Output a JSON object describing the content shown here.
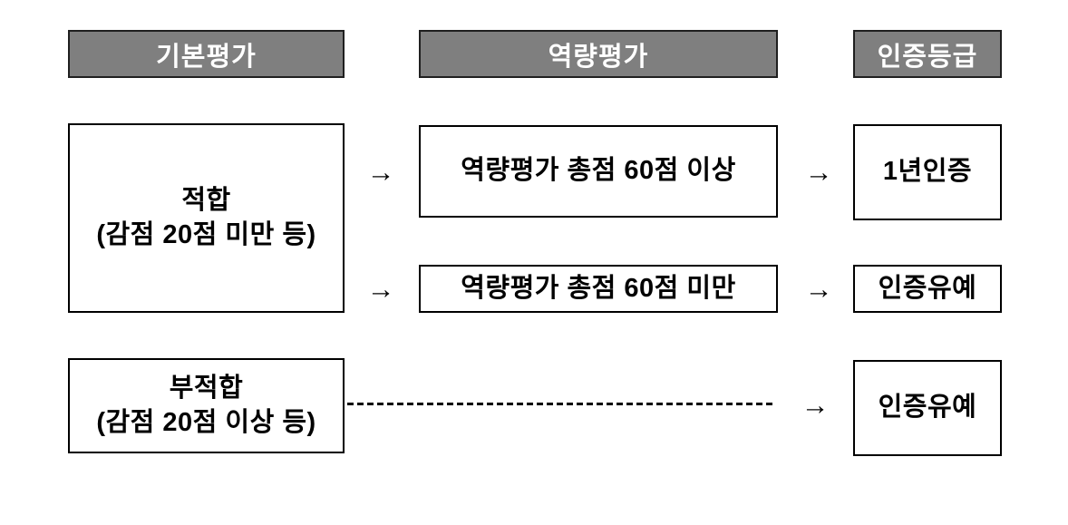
{
  "diagram": {
    "title": "certification-evaluation-flow",
    "colors": {
      "header_bg": "#7f7f7f",
      "header_border": "#1f1f1f",
      "header_text": "#ffffff",
      "box_bg": "#ffffff",
      "box_border": "#000000",
      "box_text": "#000000",
      "arrow_color": "#000000",
      "page_bg": "#ffffff"
    },
    "headers": [
      {
        "id": "basic-evaluation",
        "label": "기본평가"
      },
      {
        "id": "competency-evaluation",
        "label": "역량평가"
      },
      {
        "id": "certification-grade",
        "label": "인증등급"
      }
    ],
    "boxes": {
      "pass": {
        "line1": "적합",
        "line2": "(감점 20점 미만 등)"
      },
      "fail": {
        "line1": "부적합",
        "line2": "(감점 20점 이상 등)"
      },
      "score_above": {
        "label": "역량평가 총점 60점 이상"
      },
      "score_below": {
        "label": "역량평가 총점 60점 미만"
      },
      "one_year": {
        "label": "1년인증"
      },
      "deferred_top": {
        "label": "인증유예"
      },
      "deferred_bottom": {
        "label": "인증유예"
      }
    },
    "arrow_glyph": "→",
    "connectors": {
      "dashed": "fail → deferred_bottom"
    }
  }
}
